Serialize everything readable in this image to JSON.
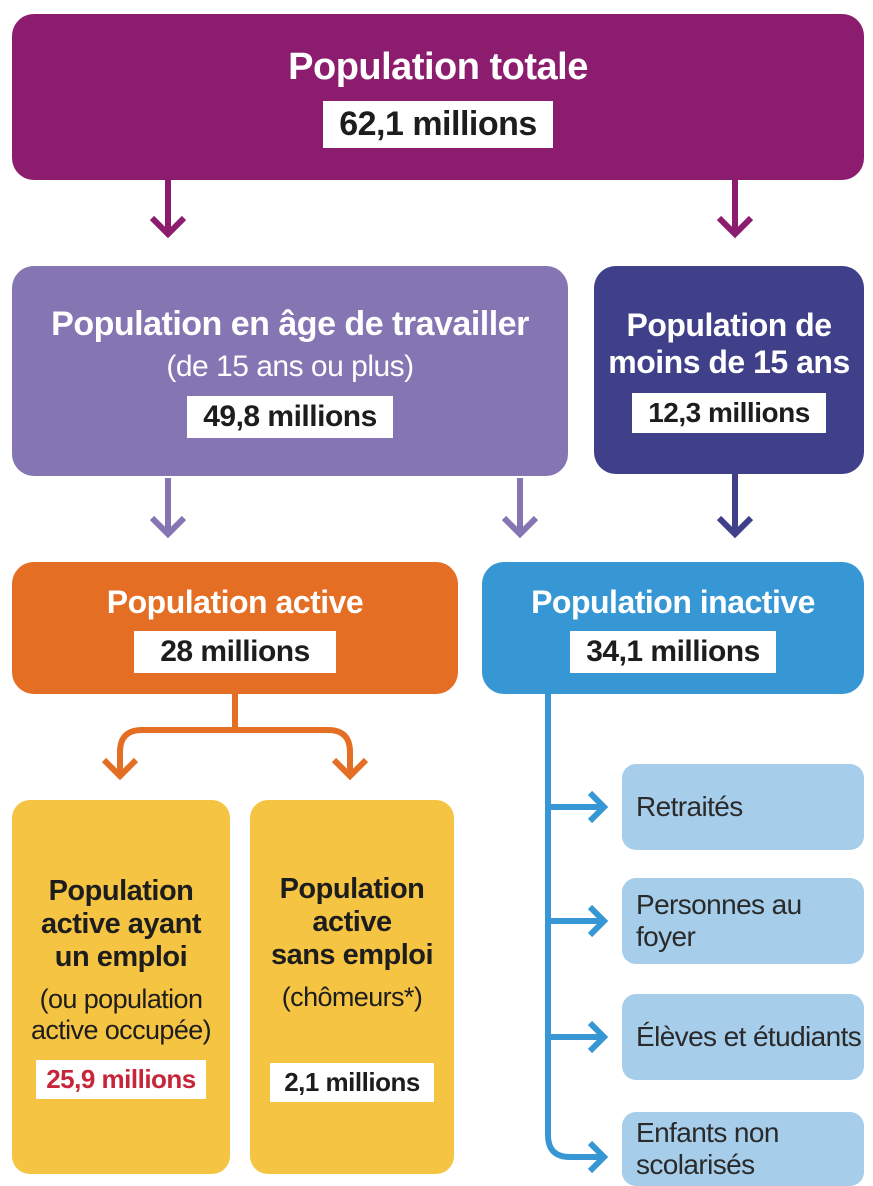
{
  "colors": {
    "total": "#8c1c6e",
    "working_age": "#8576b3",
    "under15": "#3f3f8a",
    "active": "#e46f24",
    "inactive": "#3697d4",
    "employed": "#f6c443",
    "leaf": "#a6cdea",
    "highlight_red": "#c7263a"
  },
  "nodes": {
    "total": {
      "title": "Population totale",
      "value": "62,1 millions"
    },
    "working_age": {
      "title": "Population en âge de travailler",
      "subtitle": "(de 15 ans ou plus)",
      "value": "49,8 millions"
    },
    "under15": {
      "title_line1": "Population de",
      "title_line2": "moins de 15 ans",
      "value": "12,3 millions"
    },
    "active": {
      "title": "Population active",
      "value": "28 millions"
    },
    "inactive": {
      "title": "Population inactive",
      "value": "34,1 millions"
    },
    "employed": {
      "line1": "Population",
      "line2": "active ayant",
      "line3": "un emploi",
      "line4": "(ou population",
      "line5": "active occupée)",
      "value": "25,9 millions"
    },
    "unemployed": {
      "line1": "Population",
      "line2": "active",
      "line3": "sans emploi",
      "line4": "(chômeurs*)",
      "value": "2,1 millions"
    }
  },
  "inactive_items": [
    "Retraités",
    "Personnes au foyer",
    "Élèves et étudiants",
    "Enfants non scolarisés"
  ],
  "icons": [
    "arrow-down-icon",
    "arrow-right-icon"
  ]
}
